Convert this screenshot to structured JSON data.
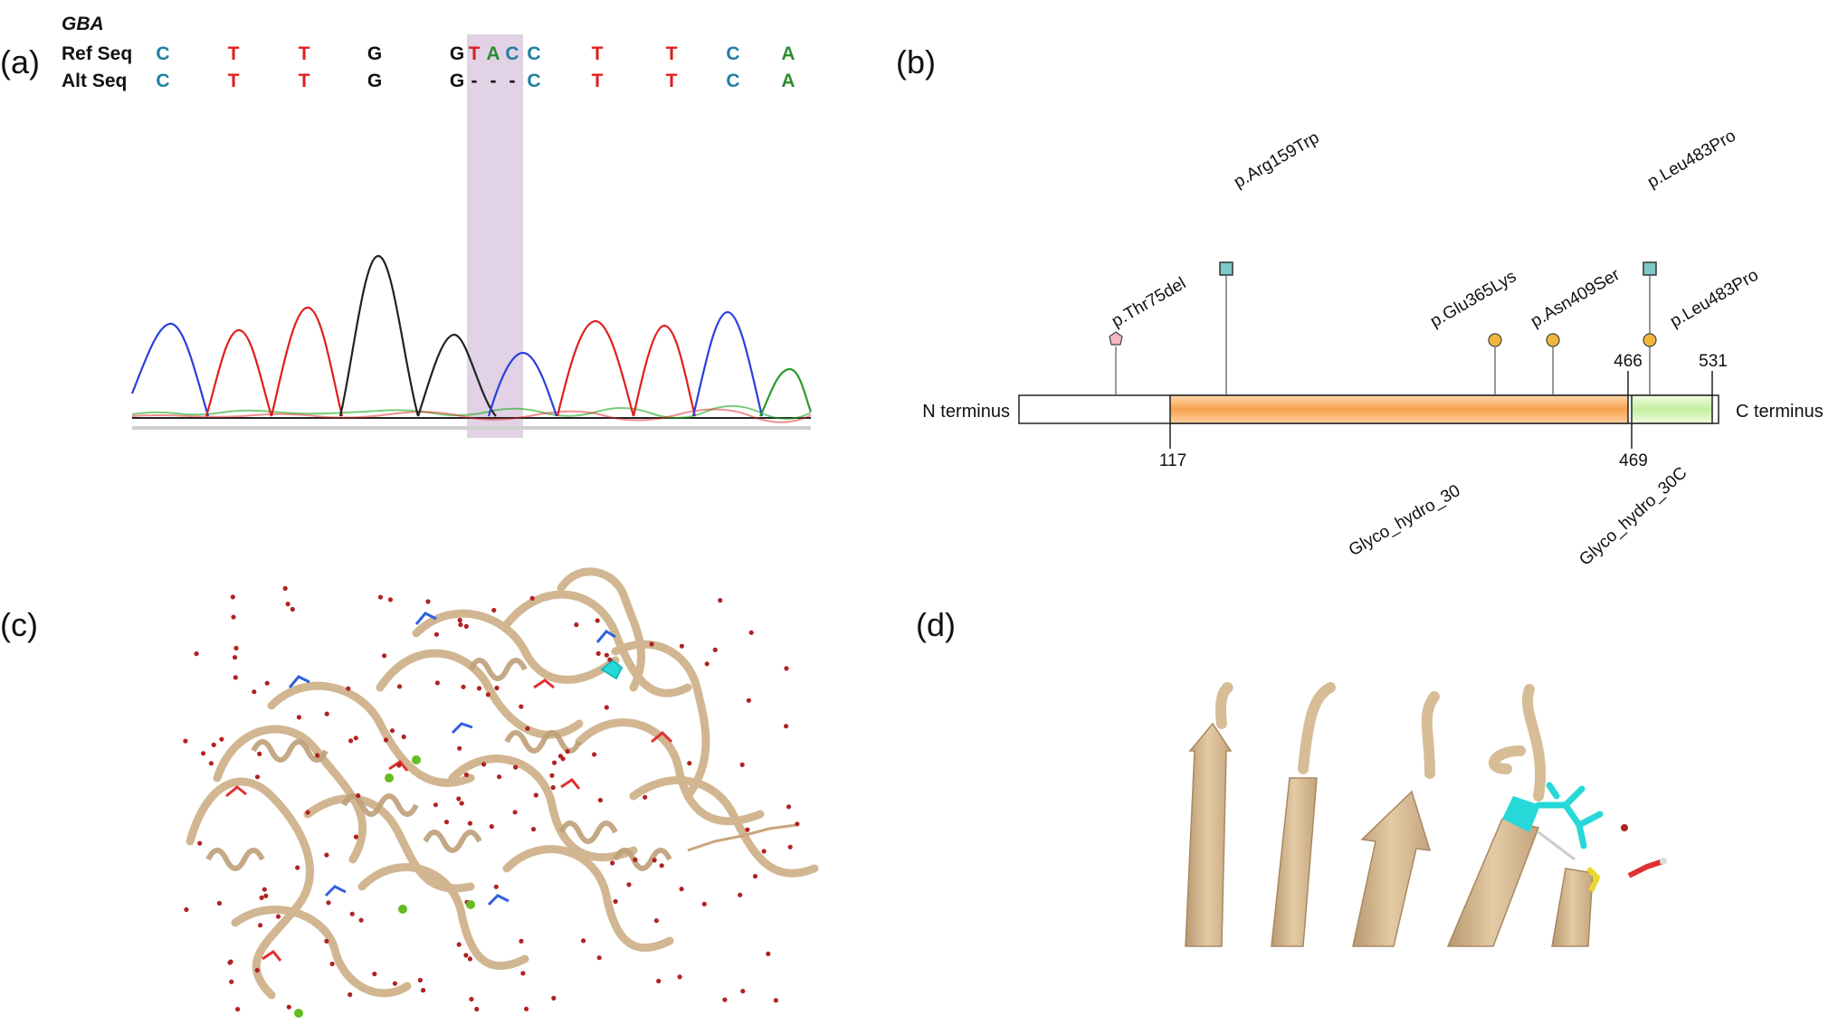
{
  "panels": {
    "a": {
      "label": "(a)",
      "gene": "GBA",
      "ref_label": "Ref Seq",
      "alt_label": "Alt Seq",
      "ref_seq": [
        "C",
        "T",
        "T",
        "G",
        "G",
        "T",
        "A",
        "C",
        "C",
        "T",
        "T",
        "C",
        "A"
      ],
      "alt_seq": [
        "C",
        "T",
        "T",
        "G",
        "G",
        "-",
        "-",
        "-",
        "C",
        "T",
        "T",
        "C",
        "A"
      ],
      "base_colors": {
        "A": "#2e8b2e",
        "C": "#1f7fa0",
        "G": "#111111",
        "T": "#e01e1e",
        "-": "#111111"
      },
      "highlight_color": "#d9c7de"
    },
    "b": {
      "label": "(b)",
      "n_terminus": "N terminus",
      "c_terminus": "C terminus",
      "domains": [
        {
          "name": "Glyco_hydro_30",
          "start": 117,
          "end": 466,
          "color": "#f7a24d"
        },
        {
          "name": "Glyco_hydro_30C",
          "start": 469,
          "end": 531,
          "color": "#cdf2b0"
        }
      ],
      "ticks": [
        "117",
        "466",
        "469",
        "531"
      ],
      "variants": [
        {
          "label": "p.Thr75del",
          "pos": 75,
          "shape": "pentagon",
          "color": "#f3b7bf",
          "level": "low"
        },
        {
          "label": "p.Arg159Trp",
          "pos": 159,
          "shape": "square",
          "color": "#7ec8c8",
          "level": "high"
        },
        {
          "label": "p.Glu365Lys",
          "pos": 365,
          "shape": "circle",
          "color": "#f2b63a",
          "level": "low"
        },
        {
          "label": "p.Asn409Ser",
          "pos": 409,
          "shape": "circle",
          "color": "#f2b63a",
          "level": "low"
        },
        {
          "label": "p.Leu483Pro",
          "pos": 483,
          "shape": "square",
          "color": "#7ec8c8",
          "level": "high"
        },
        {
          "label": "p.Leu483Pro",
          "pos": 483,
          "shape": "circle",
          "color": "#f2b63a",
          "level": "low"
        }
      ]
    },
    "c": {
      "label": "(c)",
      "protein_color": "#d7bd96"
    },
    "d": {
      "label": "(d)",
      "protein_color": "#d7bd96",
      "mutation_color": "#27d8d8"
    }
  }
}
